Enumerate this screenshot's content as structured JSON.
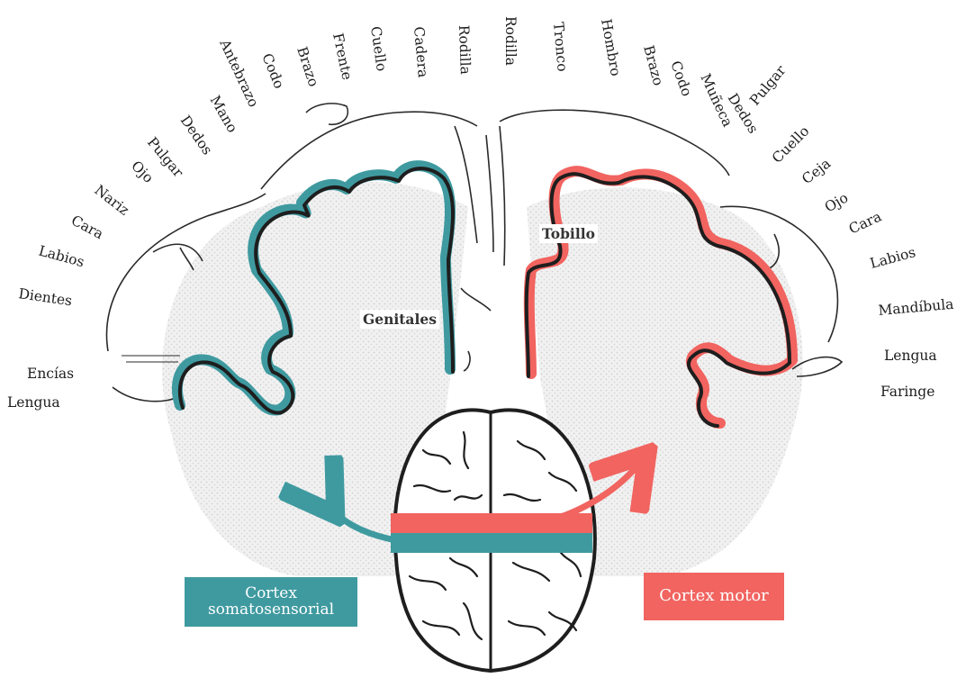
{
  "diagram": {
    "sensory_labels": [
      "Lengua",
      "Encías",
      "Dientes",
      "Labios",
      "Cara",
      "Nariz",
      "Ojo",
      "Pulgar",
      "Dedos",
      "Mano",
      "Antebrazo",
      "Codo",
      "Brazo",
      "Frente",
      "Cuello",
      "Cadera",
      "Rodilla"
    ],
    "motor_labels": [
      "Rodilla",
      "Tronco",
      "Hombro",
      "Brazo",
      "Codo",
      "Muñeca",
      "Dedos",
      "Pulgar",
      "Cuello",
      "Ceja",
      "Ojo",
      "Cara",
      "Labios",
      "Mandíbula",
      "Lengua",
      "Faringe"
    ],
    "inner_labels": {
      "genitales": "Genitales",
      "tobillo": "Tobillo"
    },
    "legend": {
      "sensory_line1": "Cortex",
      "sensory_line2": "somatosensorial",
      "motor": "Cortex motor"
    },
    "colors": {
      "sensory": "#3f9aa0",
      "motor": "#f16460",
      "outline": "#1e1e1e"
    }
  }
}
